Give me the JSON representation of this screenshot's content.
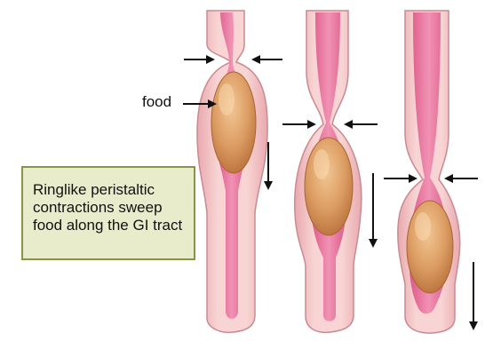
{
  "labels": {
    "food": "food"
  },
  "caption": {
    "text": "Ringlike peristaltic contractions sweep food along the GI tract"
  },
  "colors": {
    "wall": "#f2c2c4",
    "wall_outline": "#c98a92",
    "lumen": "#e25f8e",
    "lumen_highlight": "#f7a7c6",
    "bolus": "#d5945a",
    "bolus_highlight": "#f2c795",
    "arrow": "#111111",
    "caption_fill": "#e9eccb",
    "caption_border": "#8a9447"
  },
  "diagram": {
    "panels": 3,
    "description_items": [
      "constriction-arrows",
      "bolus",
      "direction-arrow"
    ]
  }
}
